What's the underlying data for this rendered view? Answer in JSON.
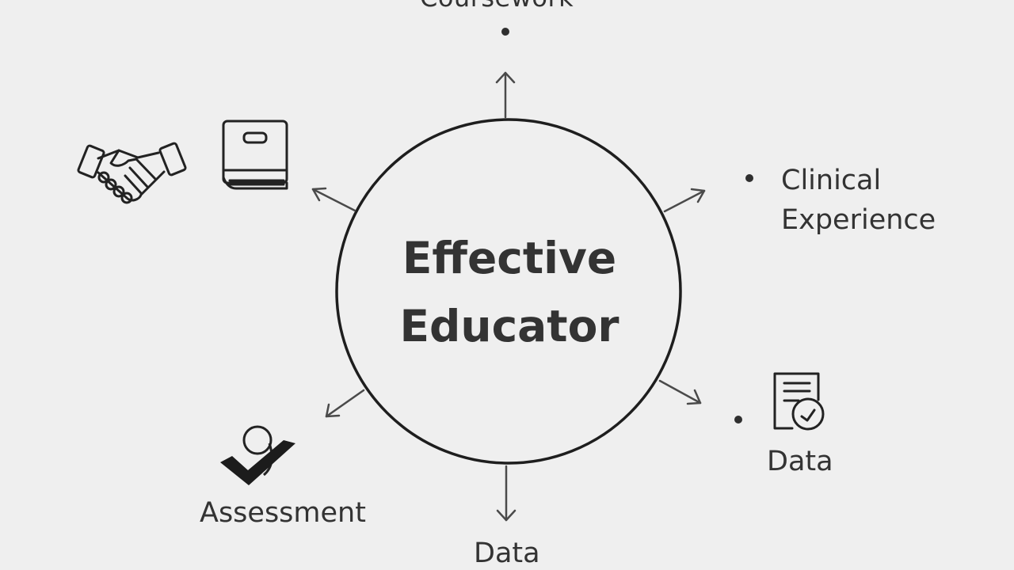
{
  "center": {
    "line1": "Effective",
    "line2": "Educator"
  },
  "branches": {
    "top": "Coursework",
    "right_line1": "Clinical",
    "right_line2": "Experience",
    "lower_right": "Data",
    "lower_left": "Assessment",
    "bottom": "Data"
  },
  "icons": {
    "upper_left_a": "handshake-icon",
    "upper_left_b": "book-icon",
    "lower_right": "document-clock-icon",
    "lower_left": "checkmark-icon"
  },
  "colors": {
    "background": "#efefef",
    "stroke": "#222222",
    "text": "#333333"
  }
}
